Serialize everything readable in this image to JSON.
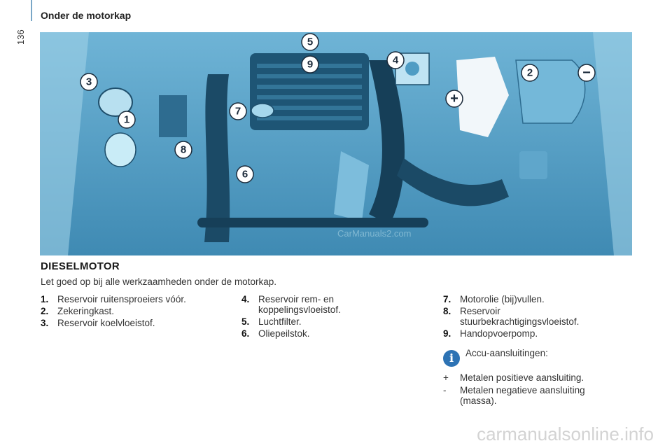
{
  "header": {
    "section_title": "Onder de motorkap",
    "page_number": "136"
  },
  "figure": {
    "callouts": [
      "1",
      "2",
      "3",
      "4",
      "5",
      "6",
      "7",
      "8",
      "9"
    ],
    "terminals": {
      "positive": "+",
      "negative": "−"
    },
    "watermark": "CarManuals2.com"
  },
  "content": {
    "heading": "DIESELMOTOR",
    "intro": "Let goed op bij alle werkzaamheden onder de motorkap.",
    "items": [
      {
        "num": "1.",
        "text": "Reservoir ruitensproeiers vóór."
      },
      {
        "num": "2.",
        "text": "Zekeringkast."
      },
      {
        "num": "3.",
        "text": "Reservoir koelvloeistof."
      },
      {
        "num": "4.",
        "text": "Reservoir rem- en koppelingsvloeistof."
      },
      {
        "num": "5.",
        "text": "Luchtfilter."
      },
      {
        "num": "6.",
        "text": "Oliepeilstok."
      },
      {
        "num": "7.",
        "text": "Motorolie (bij)vullen."
      },
      {
        "num": "8.",
        "text": "Reservoir stuurbekrachtigingsvloeistof."
      },
      {
        "num": "9.",
        "text": "Handopvoerpomp."
      }
    ],
    "info": {
      "icon": "info-icon",
      "title": "Accu-aansluitingen:",
      "connections": [
        {
          "symbol": "+",
          "text": "Metalen positieve aansluiting."
        },
        {
          "symbol": "-",
          "text": "Metalen negatieve aansluiting (massa)."
        }
      ]
    }
  },
  "footer": {
    "watermark": "carmanualsonline.info"
  },
  "colors": {
    "figure_bg": "#4f9cc4",
    "figure_light": "#a9d5ea",
    "figure_dark": "#1f4f6c",
    "info_blue": "#2d73b4"
  }
}
